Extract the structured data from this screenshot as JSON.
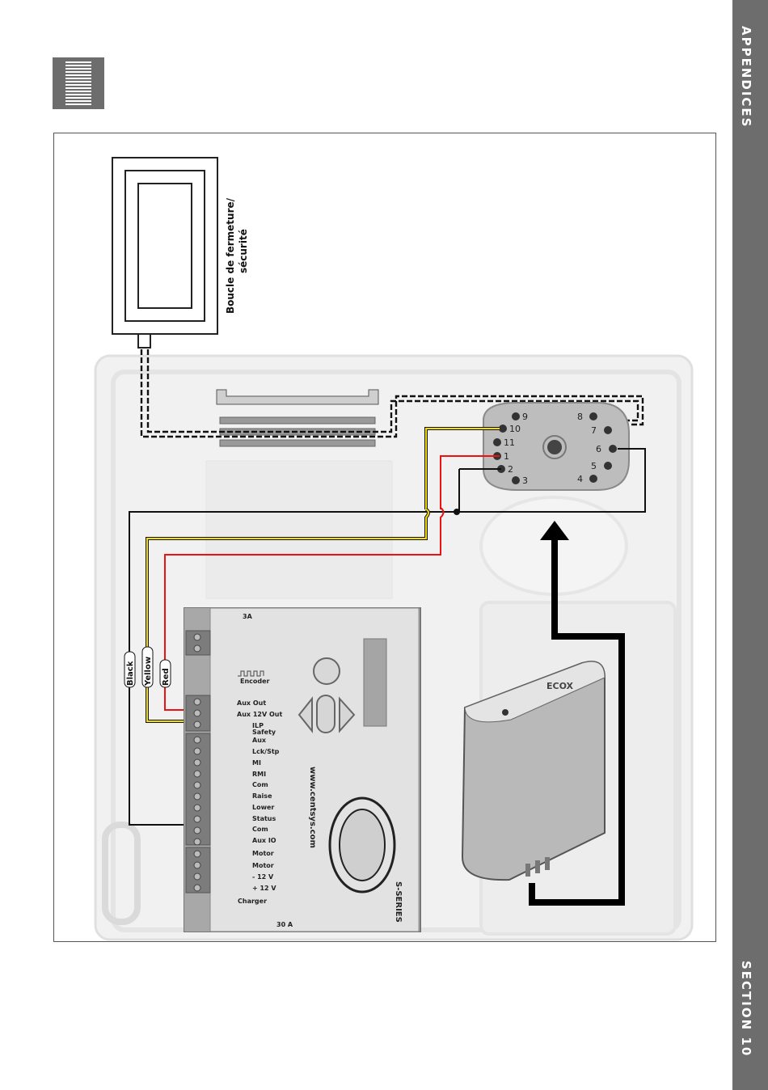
{
  "sidebar": {
    "top_label": "APPENDICES",
    "bottom_label": "SECTION 10"
  },
  "diagram": {
    "loop_label_line1": "Boucle de fermeture/",
    "loop_label_line2": "sécurité",
    "wire_labels": [
      "Black",
      "Yellow",
      "Red"
    ],
    "relay_pins": [
      "9",
      "10",
      "11",
      "1",
      "2",
      "3",
      "8",
      "7",
      "6",
      "5",
      "4"
    ],
    "controller": {
      "fuse_top": "3A",
      "encoder": "Encoder",
      "terminals": [
        "Aux Out",
        "Aux 12V Out",
        "ILP",
        "Safety",
        "Aux",
        "Lck/Stp",
        "MI",
        "RMI",
        "Com",
        "Raise",
        "Lower",
        "Status",
        "Com",
        "Aux IO",
        "Motor",
        "Motor",
        "- 12 V",
        "+ 12 V"
      ],
      "charger": "Charger",
      "fuse_bottom": "30 A",
      "website": "www.centsys.com",
      "series": "S-SERIES"
    },
    "module_brand": "ECOX"
  }
}
